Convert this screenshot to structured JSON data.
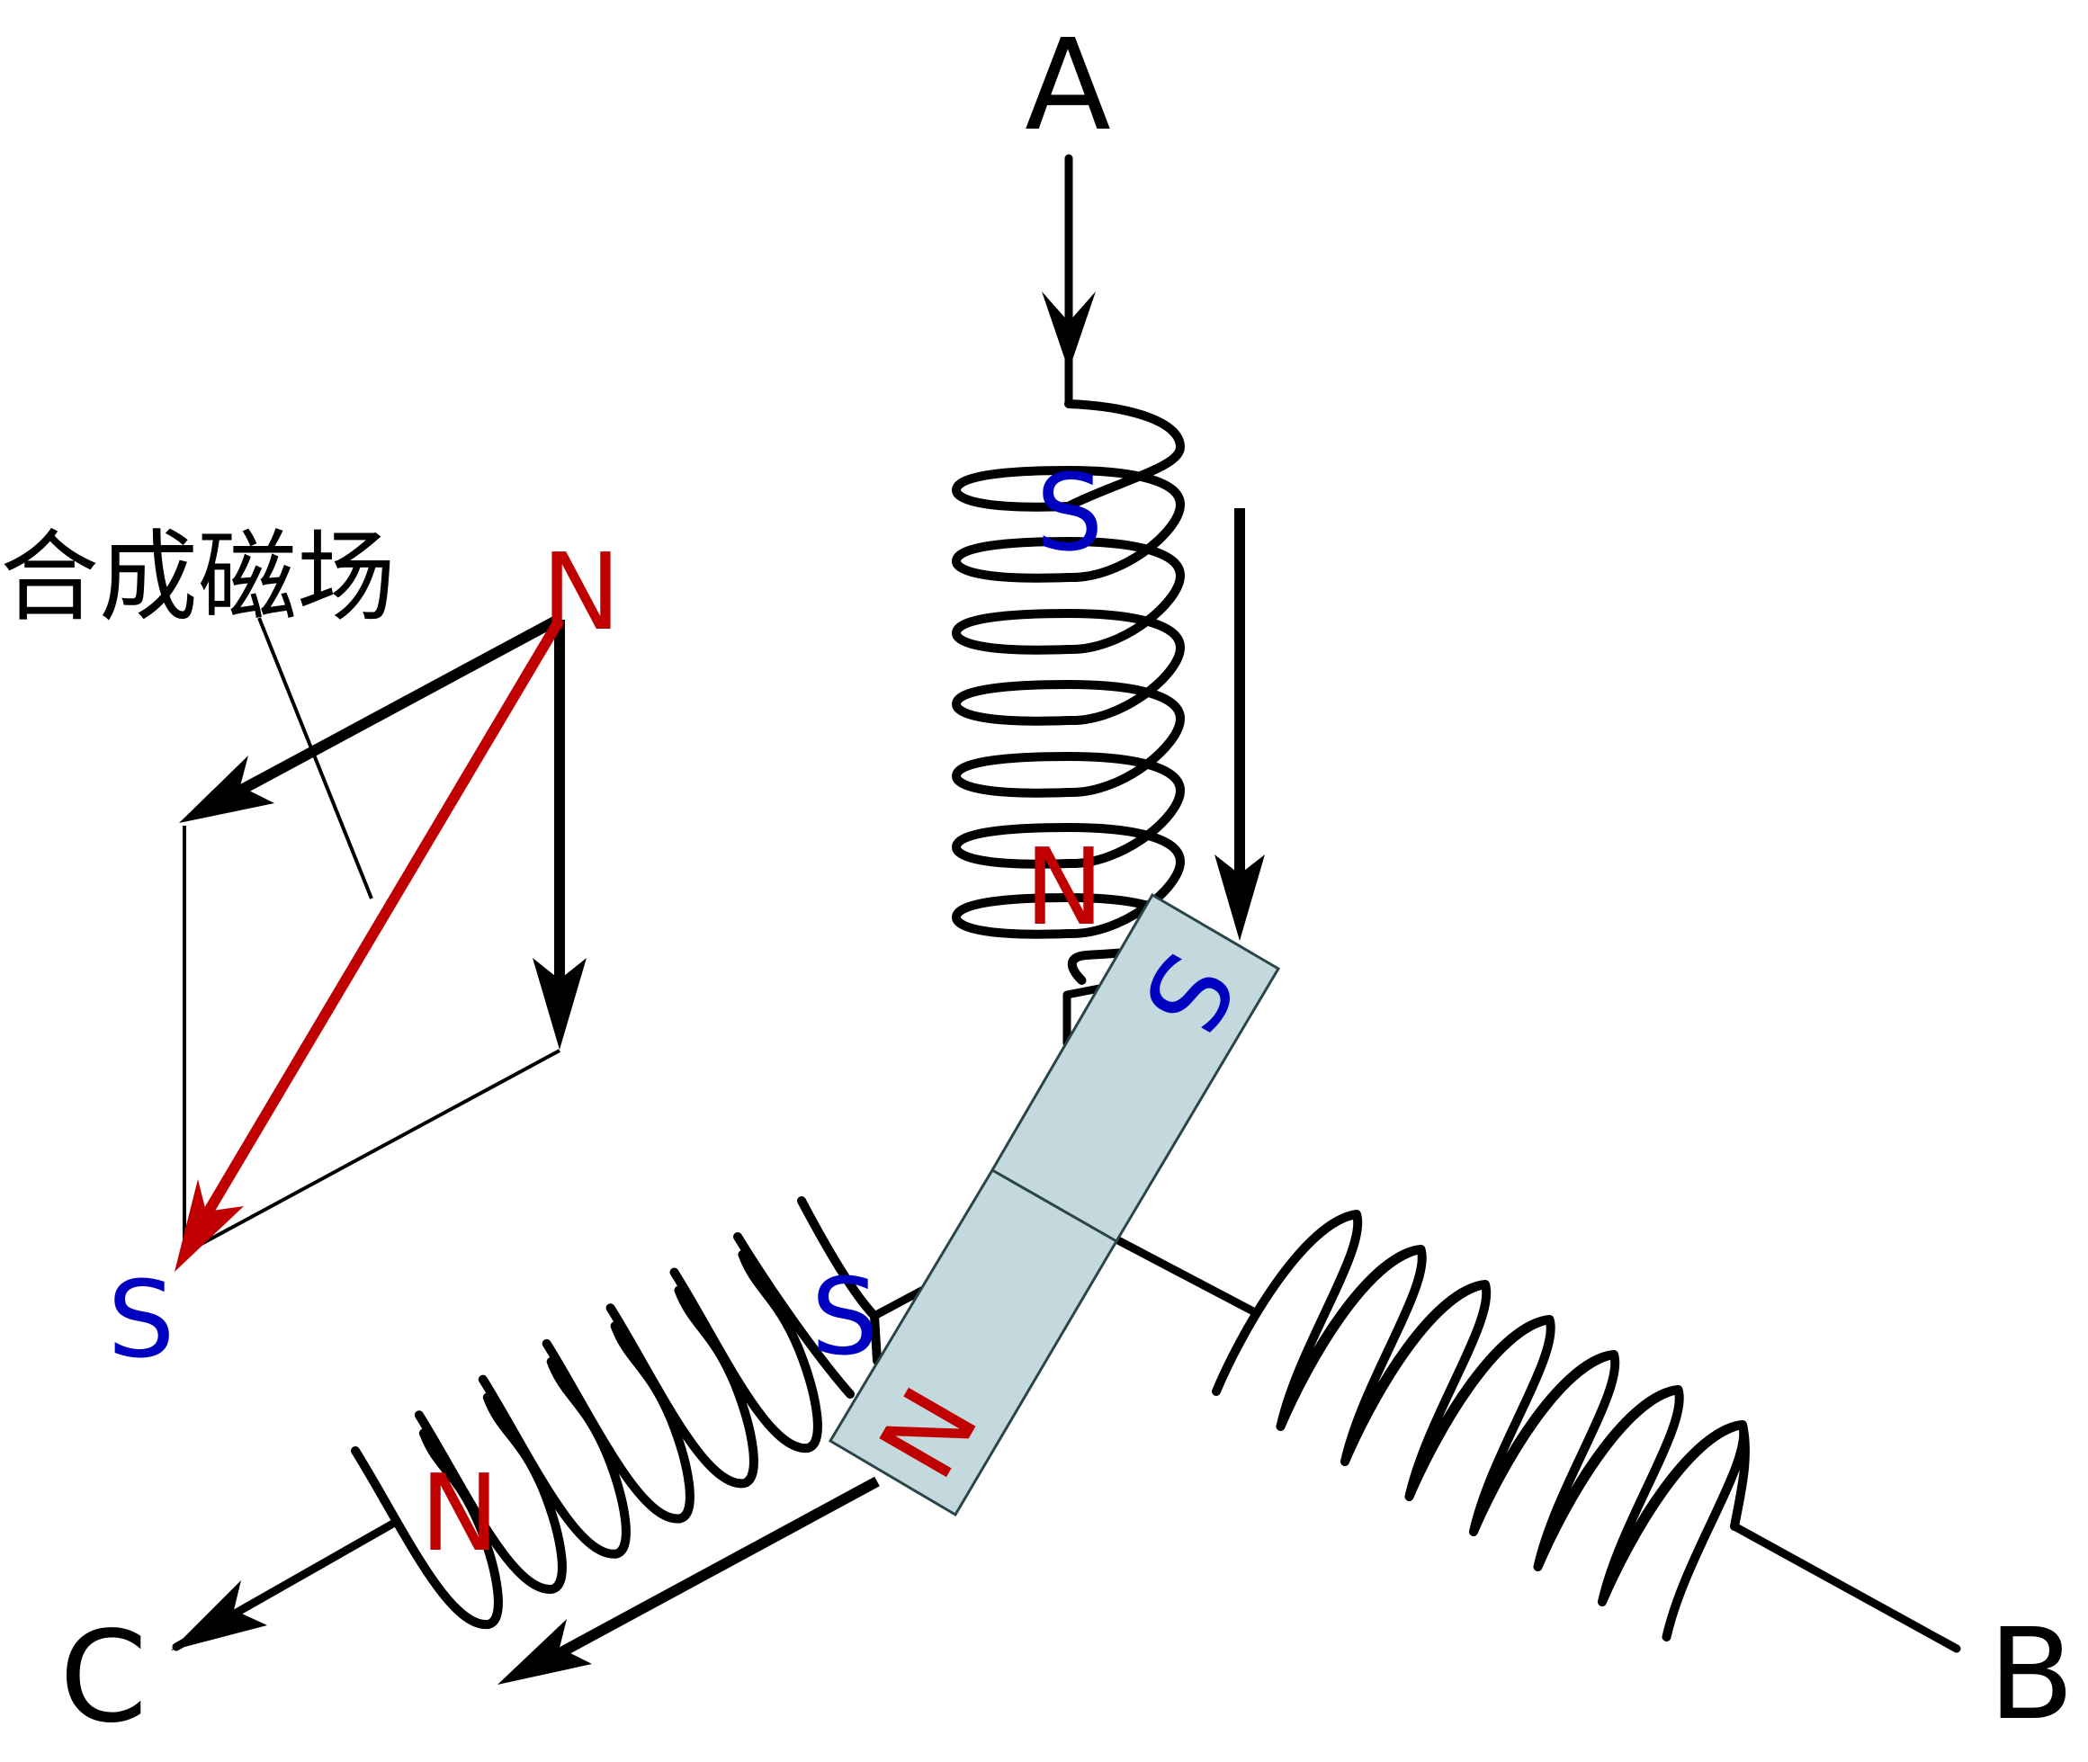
{
  "diagram": {
    "title": "三相定子绕组合成磁场示意图",
    "terminals": {
      "a": "A",
      "b": "B",
      "c": "C"
    },
    "coil_a": {
      "top_pole": "S",
      "bottom_pole": "N"
    },
    "coil_c": {
      "inner_pole": "S",
      "outer_pole": "N"
    },
    "rotor_magnet": {
      "pole_upper": "S",
      "pole_lower": "N",
      "color": "#c4d9dd"
    },
    "vector_diagram": {
      "label": "合成磁场",
      "start_pole": "N",
      "end_pole": "S",
      "resultant_color": "#c00000"
    },
    "colors": {
      "north": "#c00000",
      "south": "#0000c0",
      "wire": "#000000"
    }
  }
}
